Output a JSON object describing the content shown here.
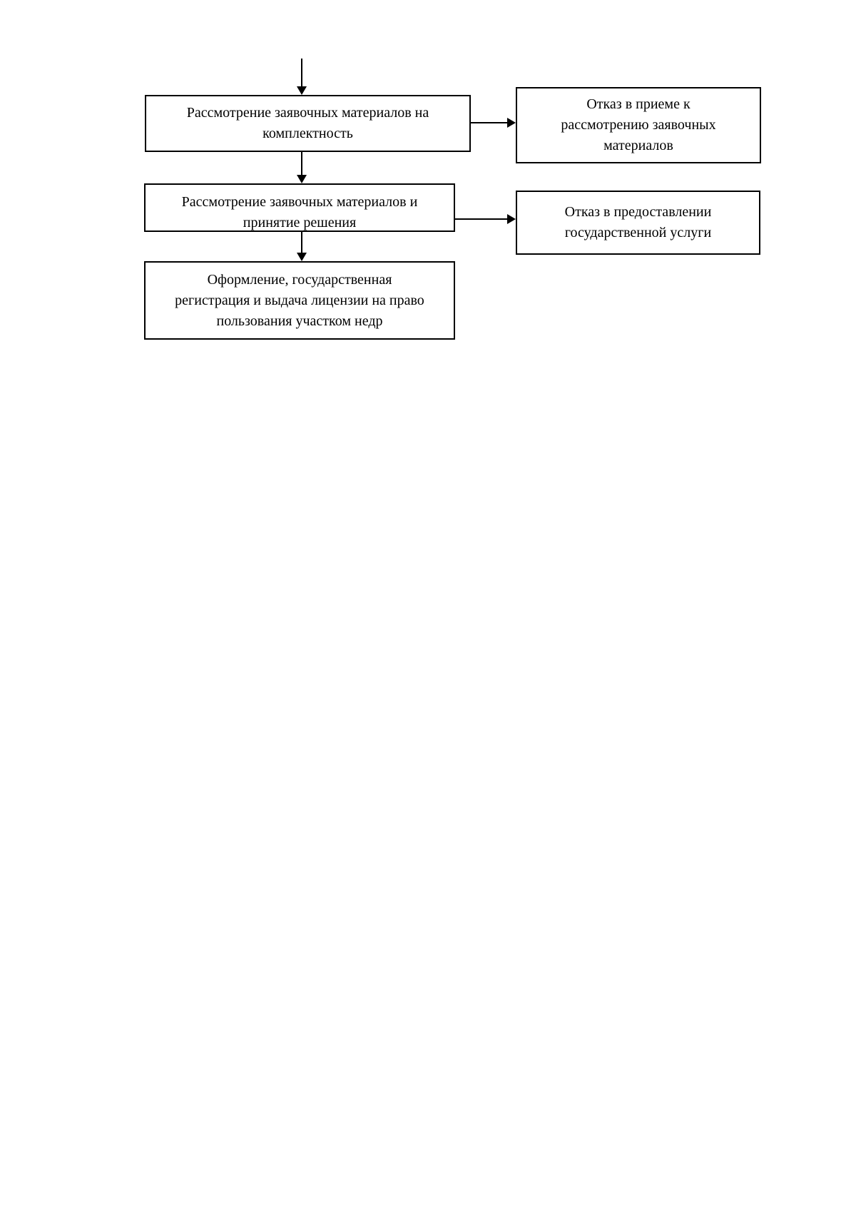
{
  "diagram": {
    "stroke_color": "#000000",
    "background_color": "#ffffff",
    "nodes": {
      "review_completeness": {
        "lines": [
          "Рассмотрение заявочных материалов на",
          "комплектность"
        ]
      },
      "refuse_acceptance": {
        "lines": [
          "Отказ в приеме к",
          "рассмотрению заявочных",
          "материалов"
        ]
      },
      "review_decision": {
        "lines": [
          "Рассмотрение заявочных материалов и",
          "принятие решения"
        ]
      },
      "refuse_service": {
        "lines": [
          "Отказ в предоставлении",
          "государственной услуги"
        ]
      },
      "issue_license": {
        "lines": [
          "Оформление, государственная",
          "регистрация и выдача лицензии на право",
          "пользования участком недр"
        ]
      }
    }
  }
}
